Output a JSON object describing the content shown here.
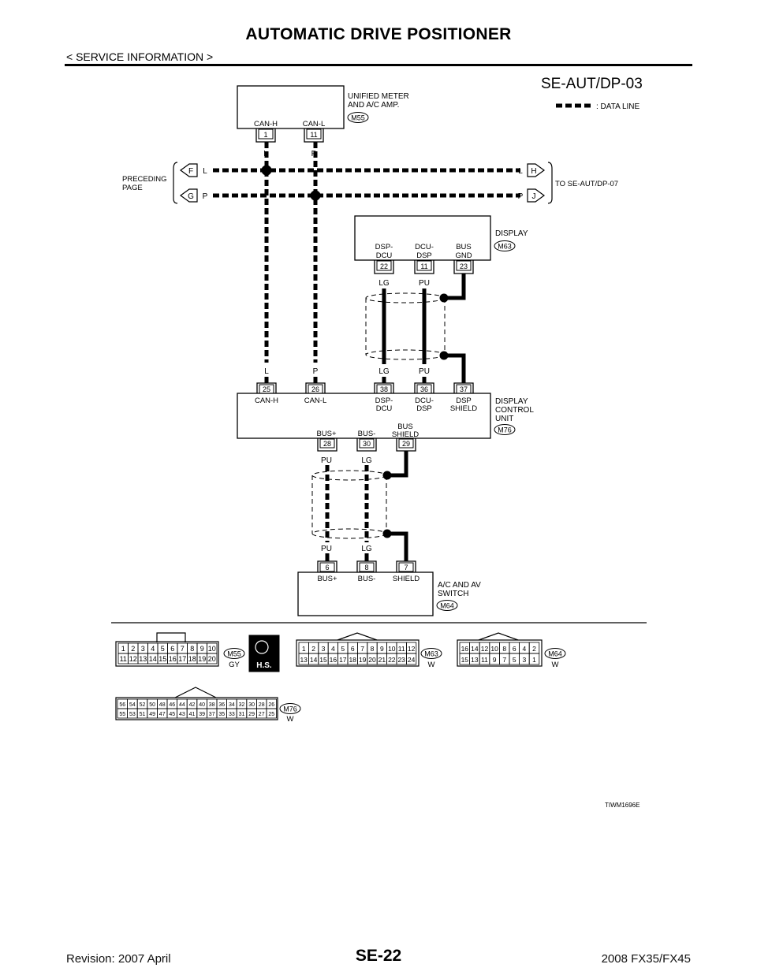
{
  "header": {
    "title": "AUTOMATIC DRIVE POSITIONER",
    "section": "< SERVICE INFORMATION >"
  },
  "diagram": {
    "id": "SE-AUT/DP-03",
    "legend": ": DATA LINE",
    "meter": {
      "name": "UNIFIED METER AND A/C AMP.",
      "line1": "UNIFIED METER",
      "line2": "AND A/C AMP.",
      "code": "M55",
      "pin_names": [
        "CAN-H",
        "CAN-L"
      ],
      "pins": [
        "1",
        "11"
      ]
    },
    "preceding_page": {
      "line1": "PRECEDING",
      "line2": "PAGE"
    },
    "to_page": "TO SE-AUT/DP-07",
    "connectors": [
      "F",
      "G",
      "H",
      "J"
    ],
    "colors": [
      "L",
      "P",
      "LG",
      "PU"
    ],
    "display": {
      "name": "DISPLAY",
      "code": "M63",
      "pins": [
        "22",
        "11",
        "23"
      ],
      "pin_name_line1": [
        "DSP-",
        "DCU-",
        "BUS"
      ],
      "pin_name_line2": [
        "DCU",
        "DSP",
        "GND"
      ]
    },
    "dcu": {
      "name": "DISPLAY CONTROL UNIT",
      "line1": "DISPLAY",
      "line2": "CONTROL",
      "line3": "UNIT",
      "code": "M76",
      "top_pins": [
        "25",
        "26",
        "38",
        "36",
        "37"
      ],
      "top_names_line1": [
        "CAN-H",
        "CAN-L",
        "DSP-",
        "DCU-",
        "DSP"
      ],
      "top_names_line2": [
        "",
        "",
        "DCU",
        "DSP",
        "SHIELD"
      ],
      "bottom_pins": [
        "28",
        "30",
        "29"
      ],
      "bottom_names_line1": [
        "BUS+",
        "BUS-",
        "BUS"
      ],
      "bottom_names_line2": [
        "",
        "",
        "SHIELD"
      ]
    },
    "switch": {
      "name": "A/C AND AV SWITCH",
      "line1": "A/C AND AV",
      "line2": "SWITCH",
      "code": "M64",
      "pins": [
        "6",
        "8",
        "7"
      ],
      "pin_names": [
        "BUS+",
        "BUS-",
        "SHIELD"
      ]
    },
    "connector_views": {
      "m55": {
        "code": "M55",
        "color": "GY",
        "row1": [
          "1",
          "2",
          "3",
          "4",
          "5",
          "6",
          "7",
          "8",
          "9",
          "10"
        ],
        "row2": [
          "11",
          "12",
          "13",
          "14",
          "15",
          "16",
          "17",
          "18",
          "19",
          "20"
        ],
        "badge": "H.S."
      },
      "m63": {
        "code": "M63",
        "color": "W",
        "row1": [
          "1",
          "2",
          "3",
          "4",
          "5",
          "6",
          "7",
          "8",
          "9",
          "10",
          "11",
          "12"
        ],
        "row2": [
          "13",
          "14",
          "15",
          "16",
          "17",
          "18",
          "19",
          "20",
          "21",
          "22",
          "23",
          "24"
        ]
      },
      "m64": {
        "code": "M64",
        "color": "W",
        "row1": [
          "16",
          "14",
          "12",
          "10",
          "8",
          "6",
          "4",
          "2"
        ],
        "row2": [
          "15",
          "13",
          "11",
          "9",
          "7",
          "5",
          "3",
          "1"
        ]
      },
      "m76": {
        "code": "M76",
        "color": "W",
        "row1": [
          "56",
          "54",
          "52",
          "50",
          "48",
          "46",
          "44",
          "42",
          "40",
          "38",
          "36",
          "34",
          "32",
          "30",
          "28",
          "26"
        ],
        "row2": [
          "55",
          "53",
          "51",
          "49",
          "47",
          "45",
          "43",
          "41",
          "39",
          "37",
          "35",
          "33",
          "31",
          "29",
          "27",
          "25"
        ]
      }
    },
    "figure_code": "TIWM1696E"
  },
  "footer": {
    "revision": "Revision: 2007 April",
    "page": "SE-22",
    "model": "2008 FX35/FX45"
  }
}
